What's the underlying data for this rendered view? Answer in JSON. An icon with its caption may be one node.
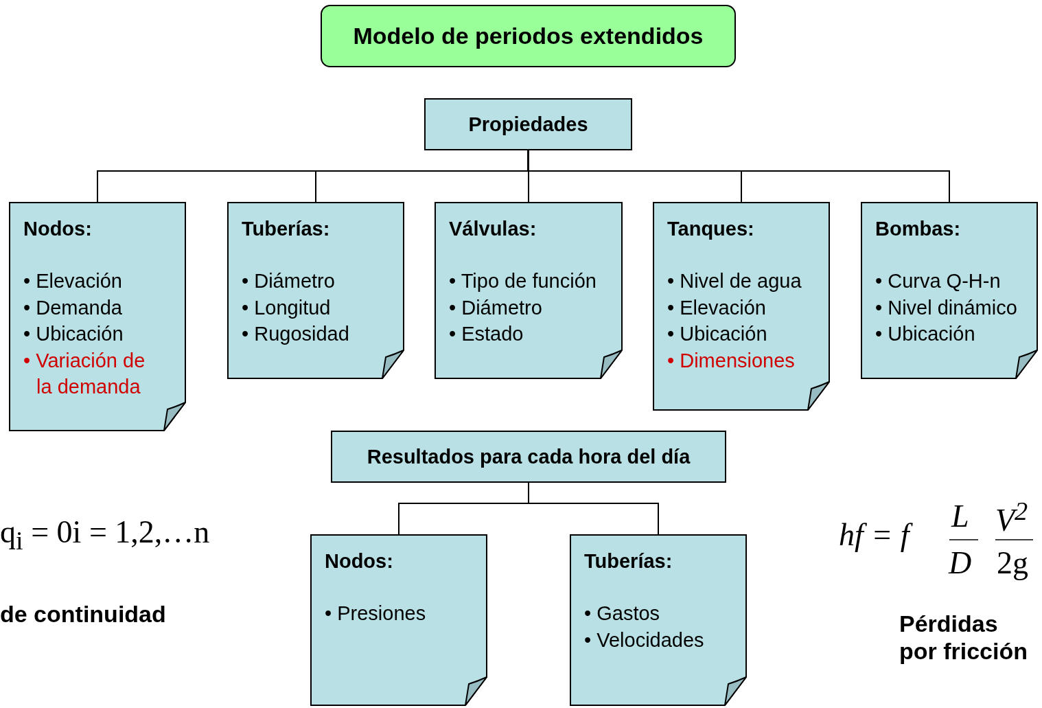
{
  "diagram": {
    "title": "Modelo de periodos extendidos",
    "nodes": [
      {
        "text": [
          "Propiedades"
        ]
      },
      {
        "text": [
          "Nodos:",
          "• Elevación",
          "• Demanda",
          "• Ubicación",
          "• Variación de la demanda"
        ]
      },
      {
        "text": [
          "Tuberías:",
          "• Diámetro",
          "• Longitud",
          "• Rugosidad"
        ]
      },
      {
        "text": [
          "Válvulas:",
          "• Tipo de función",
          "• Diámetro",
          "• Estado"
        ]
      },
      {
        "text": [
          "Tanques:",
          "• Nivel de agua",
          "• Elevación",
          "• Ubicación",
          "• Dimensiones"
        ]
      },
      {
        "text": [
          "Bombas:",
          "• Curva Q-H-n",
          "• Nivel dinámico",
          "• Ubicación"
        ]
      },
      {
        "text": [
          "Resultados para cada hora del día"
        ]
      },
      {
        "text": [
          "Nodos:",
          "• Presiones"
        ]
      },
      {
        "text": [
          "Tuberías:",
          "• Gastos",
          "• Velocidades"
        ]
      }
    ],
    "edges": [
      {
        "from": 0,
        "to": 1,
        "arrow": "none"
      },
      {
        "from": 0,
        "to": 2,
        "arrow": "none"
      },
      {
        "from": 0,
        "to": 3,
        "arrow": "none"
      },
      {
        "from": 0,
        "to": 4,
        "arrow": "none"
      },
      {
        "from": 0,
        "to": 5,
        "arrow": "none"
      },
      {
        "from": 6,
        "to": 7,
        "arrow": "none"
      },
      {
        "from": 6,
        "to": 8,
        "arrow": "none"
      }
    ],
    "labels": [
      "q$_{i}$ = 0i = 1,2,…n",
      "de continuidad",
      "hf = f",
      "L",
      "D",
      "V$^{2}$",
      "2g",
      "Pérdidas por fricción"
    ]
  }
}
